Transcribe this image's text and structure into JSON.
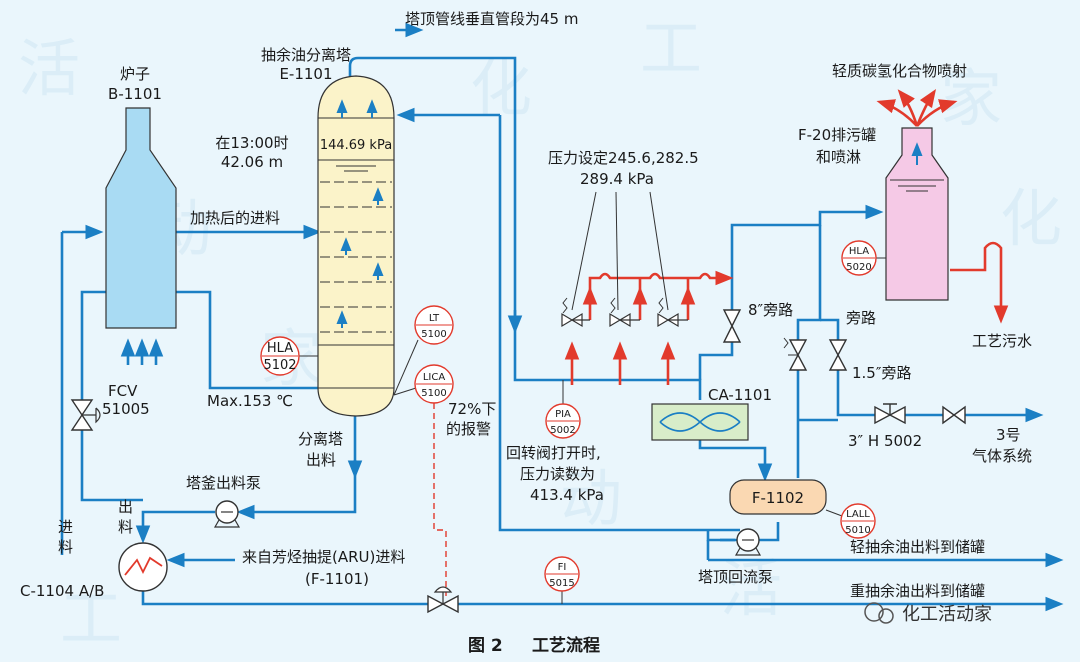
{
  "watermark": {
    "chars": [
      "活",
      "动",
      "家",
      "化",
      "工",
      "活",
      "动",
      "家",
      "化",
      "工"
    ]
  },
  "furnace": {
    "title": "炉子",
    "id": "B-1101"
  },
  "column": {
    "title": "抽余油分离塔",
    "id": "E-1101",
    "pressure": "144.69 kPa",
    "level_time": "在13:00时",
    "level_value": "42.06 m"
  },
  "overhead": {
    "label": "塔顶管线垂直管段为45 m"
  },
  "heated_feed": {
    "label": "加热后的进料"
  },
  "max_temp": {
    "label": "Max.153 ℃"
  },
  "fcv": {
    "line1": "FCV",
    "line2": "51005"
  },
  "hla_5102": {
    "line1": "HLA",
    "line2": "5102"
  },
  "lt_5100": {
    "line1": "LT",
    "line2": "5100"
  },
  "lica_5100": {
    "line1": "LICA",
    "line2": "5100"
  },
  "alarm": {
    "line1": "72%下",
    "line2": "的报警"
  },
  "column_out": {
    "line1": "分离塔",
    "line2": "出料"
  },
  "bottoms_pump": {
    "label": "塔釜出料泵"
  },
  "exchanger": {
    "id": "C-1104 A/B",
    "out_label": "出料",
    "in_label": "进料"
  },
  "aru_feed": {
    "line1": "来自芳烃抽提(ARU)进料",
    "line2": "(F-1101)"
  },
  "pressure_setting": {
    "line1": "压力设定245.6,282.5",
    "line2": "289.4 kPa"
  },
  "bypass_8": {
    "label": "8″旁路"
  },
  "ca_1101": {
    "id": "CA-1101"
  },
  "pia_5002": {
    "line1": "PIA",
    "line2": "5002"
  },
  "rotary_valve": {
    "line1": "回转阀打开时,",
    "line2": "压力读数为",
    "line3": "413.4 kPa"
  },
  "f_1102": {
    "id": "F-1102"
  },
  "lall_5010": {
    "line1": "LALL",
    "line2": "5010"
  },
  "reflux_pump": {
    "label": "塔顶回流泵"
  },
  "light_raffinate": {
    "label": "轻抽余油出料到储罐"
  },
  "heavy_raffinate": {
    "label": "重抽余油出料到储罐"
  },
  "fi_5015": {
    "line1": "FI",
    "line2": "5015"
  },
  "blowdown": {
    "line1": "F-20排污罐",
    "line2": "和喷淋",
    "spray_label": "轻质碳氢化合物喷射"
  },
  "hla_5020": {
    "line1": "HLA",
    "line2": "5020"
  },
  "bypass": {
    "label": "旁路"
  },
  "bypass_15": {
    "label": "1.5″旁路"
  },
  "process_water": {
    "label": "工艺污水"
  },
  "h5002": {
    "label": "3″ H 5002"
  },
  "gas_system": {
    "line1": "3号",
    "line2": "气体系统"
  },
  "caption": {
    "figure": "图 2",
    "title": "工艺流程"
  },
  "brand": {
    "label": "化工活动家"
  },
  "colors": {
    "pipe": "#1b7fc4",
    "relief": "#e23a2c",
    "furnace": "#a9dbf3",
    "column": "#fbf3c9",
    "exchanger": "#d8edc9",
    "drum": "#fad8b2",
    "tank": "#f5c9e6",
    "background": "#eaf6fc"
  }
}
